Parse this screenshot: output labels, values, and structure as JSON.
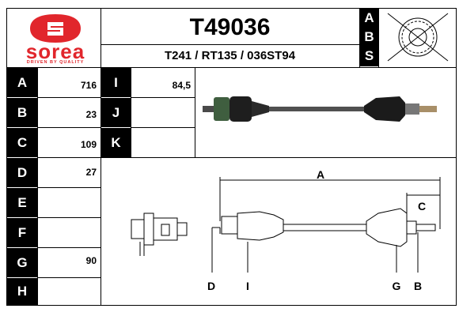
{
  "brand": {
    "name": "sorea",
    "tagline": "DRIVEN BY QUALITY",
    "color": "#e1262c"
  },
  "product": {
    "code": "T49036",
    "references": "T241 / RT135 / 036ST94",
    "abs_letters": [
      "A",
      "B",
      "S"
    ]
  },
  "specs_left": [
    {
      "letter": "A",
      "value": "716"
    },
    {
      "letter": "B",
      "value": "23"
    },
    {
      "letter": "C",
      "value": "109"
    },
    {
      "letter": "D",
      "value": "27"
    },
    {
      "letter": "E",
      "value": ""
    },
    {
      "letter": "F",
      "value": ""
    },
    {
      "letter": "G",
      "value": "90"
    },
    {
      "letter": "H",
      "value": ""
    }
  ],
  "specs_mid": [
    {
      "letter": "I",
      "value": "84,5"
    },
    {
      "letter": "J",
      "value": ""
    },
    {
      "letter": "K",
      "value": ""
    }
  ],
  "diagram_labels": {
    "A": "A",
    "C": "C",
    "D": "D",
    "I": "I",
    "G": "G",
    "B": "B"
  }
}
